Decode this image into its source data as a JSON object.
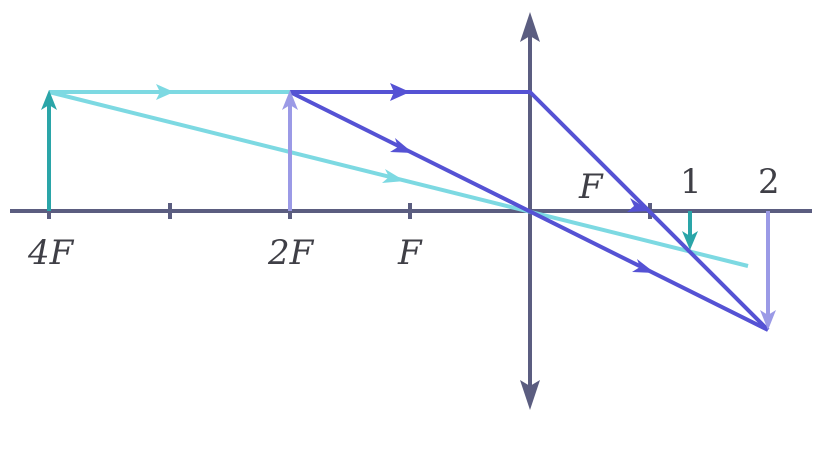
{
  "diagram": {
    "axis_labels": {
      "four_f": "4F",
      "two_f": "2F",
      "f_left": "F",
      "f_right": "F"
    },
    "image_labels": {
      "image_1": "1",
      "image_2": "2"
    },
    "colors": {
      "axis": "#5b5d80",
      "object_1": "#2aa5a8",
      "object_2": "#9b9ae6",
      "ray_cyan": "#7dd9e2",
      "ray_blue": "#5552d4"
    }
  }
}
